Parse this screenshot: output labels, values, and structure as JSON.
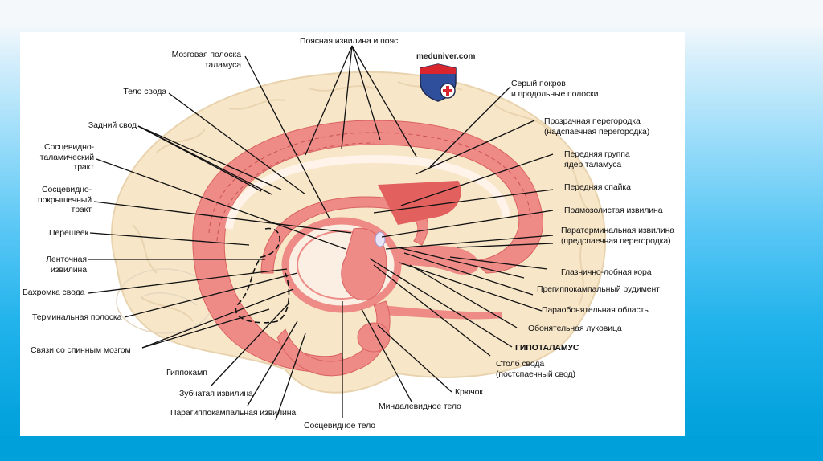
{
  "slide": {
    "watermark": {
      "text": "meduniver.com",
      "shield_colors": {
        "top": "#d9262e",
        "bottom": "#2f4f9c",
        "cross": "#d9262e"
      }
    },
    "colors": {
      "background_top": "#f4f8fb",
      "background_bottom": "#00a0da",
      "brain_cortex": "#f7e6c8",
      "limbic_structures": "#ee8b87",
      "limbic_dark": "#e2615f",
      "leader_lines": "#111111"
    },
    "labels_top": {
      "cingulate": "Поясная извилина и пояс",
      "stria_medullaris_l1": "Мозговая полоска",
      "stria_medullaris_l2": "таламуса"
    },
    "labels_left": {
      "body_fornix": "Тело свода",
      "posterior_fornix": "Задний свод",
      "mammillothalamic_l1": "Сосцевидно-",
      "mammillothalamic_l2": "таламический",
      "mammillothalamic_l3": "тракт",
      "mammillotegmental_l1": "Сосцевидно-",
      "mammillotegmental_l2": "покрышечный",
      "mammillotegmental_l3": "тракт",
      "isthmus": "Перешеек",
      "fasciolar_l1": "Ленточная",
      "fasciolar_l2": "извилина",
      "fimbria": "Бахромка свода",
      "stria_terminalis": "Терминальная полоска",
      "spinal_connections": "Связи со спинным мозгом"
    },
    "labels_bottom": {
      "hippocampus": "Гиппокамп",
      "dentate": "Зубчатая извилина",
      "parahippocampal": "Парагиппокампальная извилина",
      "mammillary": "Сосцевидное тело",
      "amygdala": "Миндалевидное тело",
      "uncus": "Крючок"
    },
    "labels_right": {
      "indusium_l1": "Серый покров",
      "indusium_l2": "и продольные полоски",
      "septum_l1": "Прозрачная перегородка",
      "septum_l2": "(надспаечная перегородка)",
      "anterior_thalamic_l1": "Передняя группа",
      "anterior_thalamic_l2": "ядер таламуса",
      "anterior_commissure": "Передняя спайка",
      "subcallosal": "Подмозолистая извилина",
      "paraterminal_l1": "Паратерминальная извилина",
      "paraterminal_l2": "(предспаечная перегородка)",
      "orbitofrontal": "Глазнично-лобная кора",
      "prehippocampal": "Прегиппокампальный рудимент",
      "paraolfactory": "Параобонятельная область",
      "olfactory_bulb": "Обонятельная луковица",
      "hypothalamus": "ГИПОТАЛАМУС",
      "fornix_column_l1": "Столб свода",
      "fornix_column_l2": "(постспаечный свод)"
    }
  }
}
